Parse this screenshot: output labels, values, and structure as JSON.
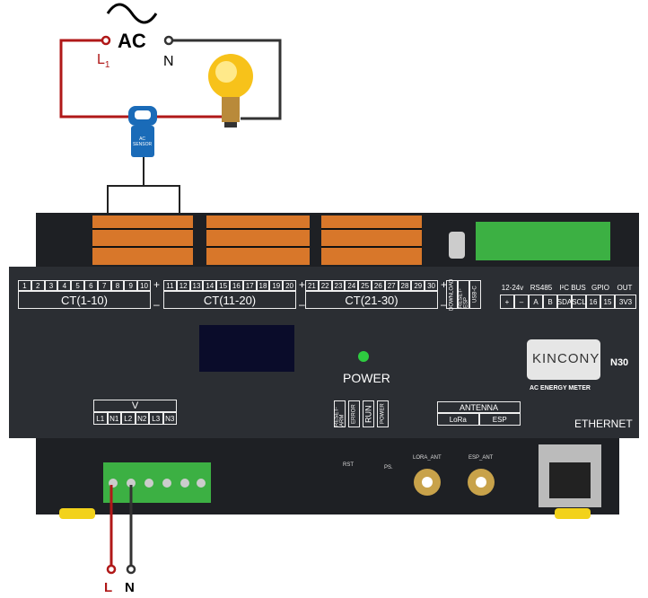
{
  "wiring": {
    "ac_label": "AC",
    "l1_label": "L",
    "l1_sub": "1",
    "n_label": "N",
    "sensor_label_line1": "AC",
    "sensor_label_line2": "SENSOR"
  },
  "device": {
    "ct_groups": [
      {
        "numbers": [
          "1",
          "2",
          "3",
          "4",
          "5",
          "6",
          "7",
          "8",
          "9",
          "10"
        ],
        "label": "CT(1-10)"
      },
      {
        "numbers": [
          "11",
          "12",
          "13",
          "14",
          "15",
          "16",
          "17",
          "18",
          "19",
          "20"
        ],
        "label": "CT(11-20)"
      },
      {
        "numbers": [
          "21",
          "22",
          "23",
          "24",
          "25",
          "26",
          "27",
          "28",
          "29",
          "30"
        ],
        "label": "CT(21-30)"
      }
    ],
    "plus": "+",
    "minus": "–",
    "side_buttons": [
      "DOWNLOAD",
      "RESET-ESP",
      "USB-C"
    ],
    "right_header": [
      "12-24v",
      "RS485",
      "I²C BUS",
      "GPIO",
      "OUT"
    ],
    "right_cells": [
      "+",
      "–",
      "A",
      "B",
      "SDA",
      "SCL",
      "16",
      "15",
      "3V3"
    ],
    "power_led_label": "POWER",
    "brand": "KINCONY",
    "model": "N30",
    "subtitle": "AC ENERGY METER",
    "ethernet": "ETHERNET",
    "v_title": "V",
    "v_cells": [
      "L1",
      "N1",
      "L2",
      "N2",
      "L3",
      "N3"
    ],
    "indicators": [
      "RESET-ARM",
      "ERROR",
      "RUN",
      "POWER"
    ],
    "antenna_title": "ANTENNA",
    "antenna_cells": [
      "LoRa",
      "ESP"
    ],
    "pcb_labels": [
      "RST",
      "PS.",
      "LORA_ANT",
      "ESP_ANT"
    ]
  },
  "bottom": {
    "l_label": "L",
    "n_label": "N"
  },
  "colors": {
    "live": "#b01818",
    "neutral": "#333333",
    "terminal": "#3cb043",
    "body": "#2b2e33",
    "led": "#2ecc40"
  }
}
